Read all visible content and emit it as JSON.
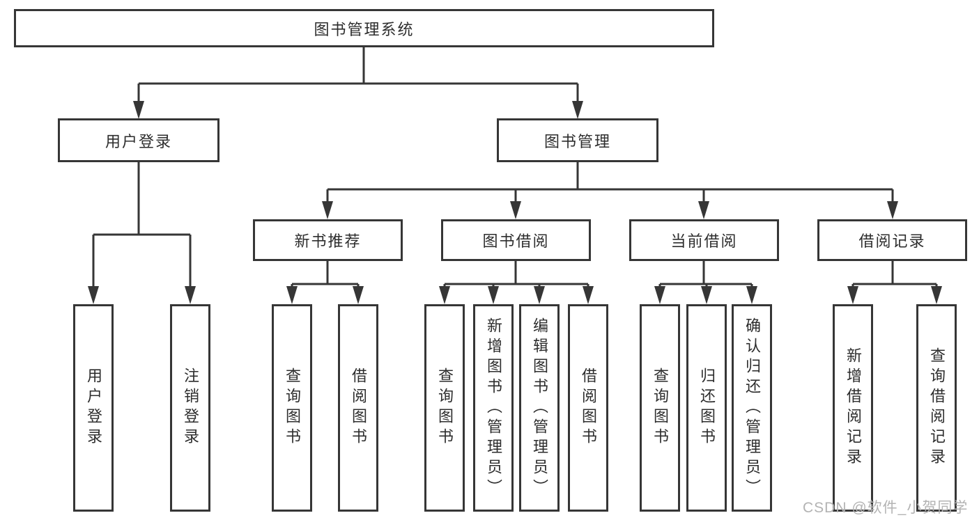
{
  "tree": {
    "root": {
      "label": "图书管理系统"
    },
    "user_login": {
      "label": "用户登录",
      "items": [
        "用户登录",
        "注销登录"
      ]
    },
    "book_management": {
      "label": "图书管理",
      "groups": [
        {
          "label": "新书推荐",
          "items": [
            "查询图书",
            "借阅图书"
          ]
        },
        {
          "label": "图书借阅",
          "items": [
            "查询图书",
            "新增图书（管理员）",
            "编辑图书（管理员）",
            "借阅图书"
          ]
        },
        {
          "label": "当前借阅",
          "items": [
            "查询图书",
            "归还图书",
            "确认归还（管理员）"
          ]
        },
        {
          "label": "借阅记录",
          "items": [
            "新增借阅记录",
            "查询借阅记录"
          ]
        }
      ]
    }
  },
  "watermark": {
    "text": "CSDN @软件_小贺同学"
  },
  "colors": {
    "line": "#363636",
    "text": "#2d2d2d",
    "watermark": "#b3b3b3",
    "background": "#ffffff"
  }
}
